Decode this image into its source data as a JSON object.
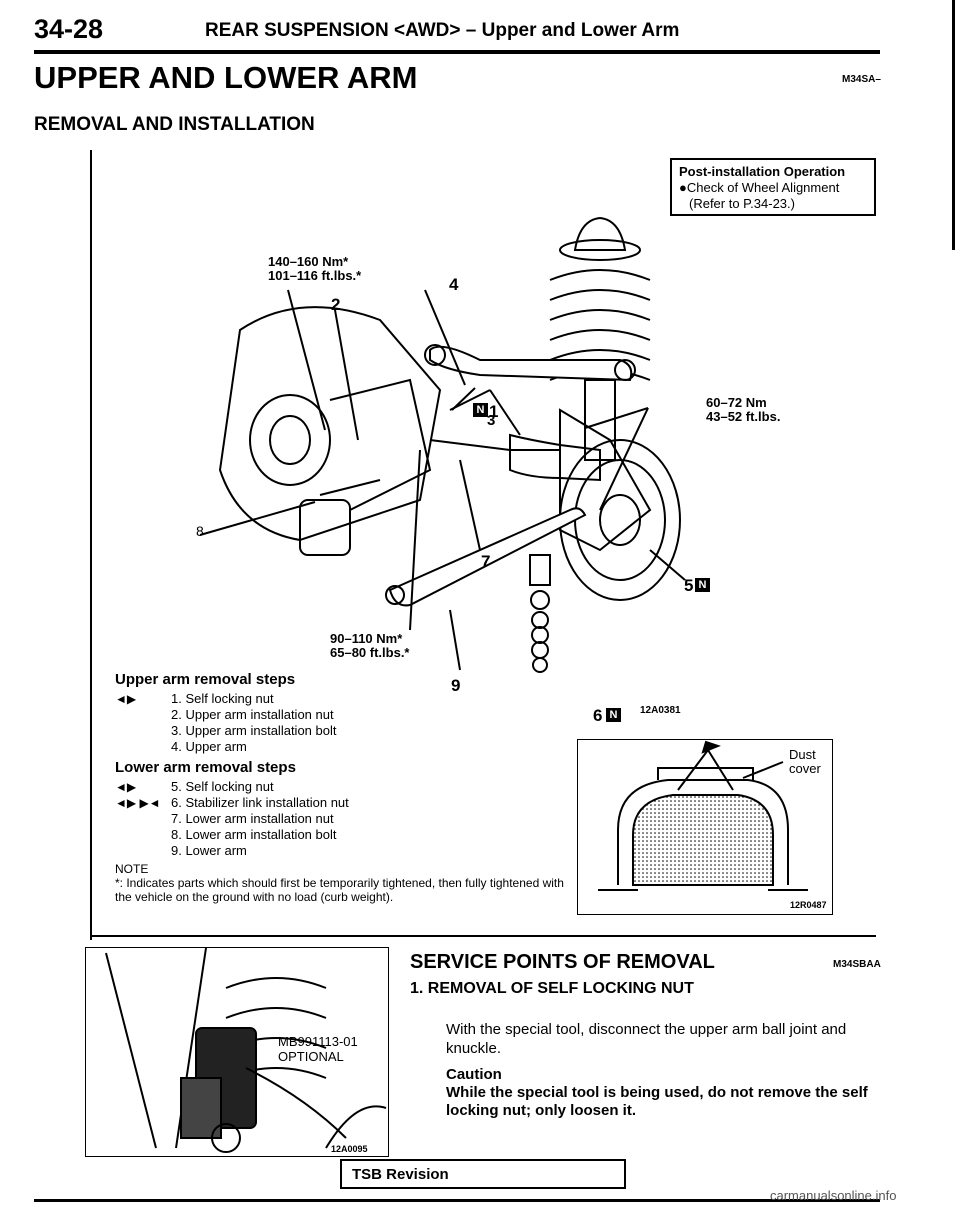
{
  "header": {
    "page_number": "34-28",
    "title": "REAR SUSPENSION <AWD> – Upper and Lower Arm"
  },
  "section_title": "UPPER AND LOWER ARM",
  "section_code": "M34SA–",
  "subsection_title": "REMOVAL AND INSTALLATION",
  "post_installation": {
    "title": "Post-installation Operation",
    "line1": "●Check of Wheel Alignment",
    "line2": "(Refer to P.34-23.)"
  },
  "torque": {
    "t1_nm": "140–160 Nm*",
    "t1_ft": "101–116 ft.lbs.*",
    "t2_nm": "60–72 Nm",
    "t2_ft": "43–52 ft.lbs.",
    "t3_nm": "90–110 Nm*",
    "t3_ft": "65–80 ft.lbs.*"
  },
  "callouts": {
    "c1": "1",
    "c2": "2",
    "c3": "3",
    "c4": "4",
    "c5": "5",
    "c6": "6",
    "c7": "7",
    "c8": "8",
    "c9": "9",
    "n_mark": "N"
  },
  "figure_ids": {
    "main": "12A0381",
    "dust": "12R0487",
    "photo": "12A0095"
  },
  "dust_cover_label": "Dust cover",
  "special_tool": {
    "number": "MB991113-01",
    "note": "OPTIONAL"
  },
  "upper_steps": {
    "title": "Upper arm removal steps",
    "items": [
      {
        "sym": "◄▶",
        "text": "1. Self locking nut"
      },
      {
        "sym": "",
        "text": "2. Upper arm installation nut"
      },
      {
        "sym": "",
        "text": "3. Upper arm installation bolt"
      },
      {
        "sym": "",
        "text": "4. Upper arm"
      }
    ]
  },
  "lower_steps": {
    "title": "Lower arm removal steps",
    "items": [
      {
        "sym": "◄▶",
        "text": "5. Self locking nut"
      },
      {
        "sym": "◄▶ ▶◄",
        "text": "6. Stabilizer link installation nut"
      },
      {
        "sym": "",
        "text": "7. Lower arm installation nut"
      },
      {
        "sym": "",
        "text": "8. Lower arm installation bolt"
      },
      {
        "sym": "",
        "text": "9. Lower arm"
      }
    ]
  },
  "note": {
    "label": "NOTE",
    "text": "*: Indicates parts which should first be temporarily tightened, then fully tightened with the vehicle on the ground with no load (curb weight)."
  },
  "service": {
    "title": "SERVICE POINTS OF REMOVAL",
    "code": "M34SBAA",
    "subtitle": "1. REMOVAL OF SELF LOCKING NUT",
    "body": "With the special tool, disconnect the upper arm ball joint and knuckle.",
    "caution_label": "Caution",
    "caution_text": "While the special tool is being used, do not remove the self locking nut; only loosen it."
  },
  "tsb": "TSB Revision",
  "watermark": "carmanualsonline.info"
}
